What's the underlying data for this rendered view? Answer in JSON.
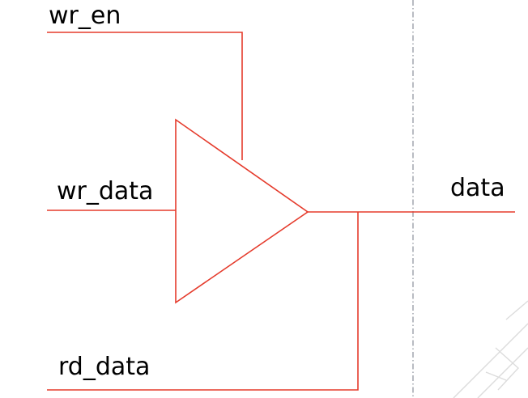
{
  "labels": {
    "wr_en": "wr_en",
    "wr_data": "wr_data",
    "rd_data": "rd_data",
    "data": "data"
  },
  "colors": {
    "wire": "#e53b2c",
    "boundary": "#8a8f99",
    "watermark": "#dcdcdc"
  }
}
